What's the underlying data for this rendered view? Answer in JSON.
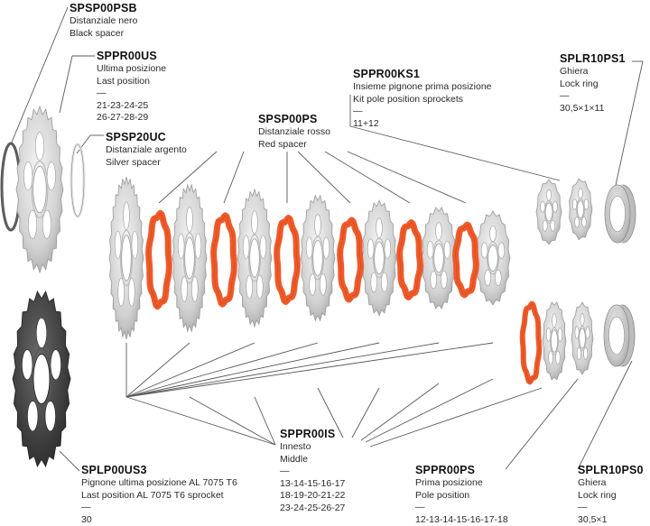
{
  "colors": {
    "red_spacer": "#ef5a2a",
    "silver": "#d6d6d6",
    "black_part": "#3a3a3a",
    "leader": "#555555"
  },
  "labels": {
    "spsp00psb": {
      "code": "SPSP00PSB",
      "lines": [
        "Distanziale nero",
        "Black spacer"
      ]
    },
    "sppr00us": {
      "code": "SPPR00US",
      "lines": [
        "Ultima posizione",
        "Last position",
        "—",
        "21-23-24-25",
        "26-27-28-29"
      ]
    },
    "spsp20uc": {
      "code": "SPSP20UC",
      "lines": [
        "Distanziale argento",
        "Silver spacer"
      ]
    },
    "sppr00ks1": {
      "code": "SPPR00KS1",
      "lines": [
        "Insieme pignone prima posizione",
        "Kit pole position sprockets",
        "—",
        "11+12"
      ]
    },
    "splr10ps1": {
      "code": "SPLR10PS1",
      "lines": [
        "Ghiera",
        "Lock ring",
        "—",
        "30,5×1×11"
      ]
    },
    "spsp00ps": {
      "code": "SPSP00PS",
      "lines": [
        "Distanziale rosso",
        "Red spacer"
      ]
    },
    "spr00is": {
      "code": "SPPR00IS",
      "lines": [
        "Innesto",
        "Middle",
        "—",
        "13-14-15-16-17",
        "18-19-20-21-22",
        "23-24-25-26-27"
      ]
    },
    "splp00us3": {
      "code": "SPLP00US3",
      "lines": [
        "Pignone ultima posizione AL 7075 T6",
        "Last position AL 7075 T6 sprocket",
        "—",
        "30"
      ]
    },
    "sppr00ps": {
      "code": "SPPR00PS",
      "lines": [
        "Prima posizione",
        "Pole position",
        "—",
        "12-13-14-15-16-17-18"
      ]
    },
    "splr10ps0": {
      "code": "SPLR10PS0",
      "lines": [
        "Ghiera",
        "Lock ring",
        "—",
        "30,5×1"
      ]
    }
  }
}
